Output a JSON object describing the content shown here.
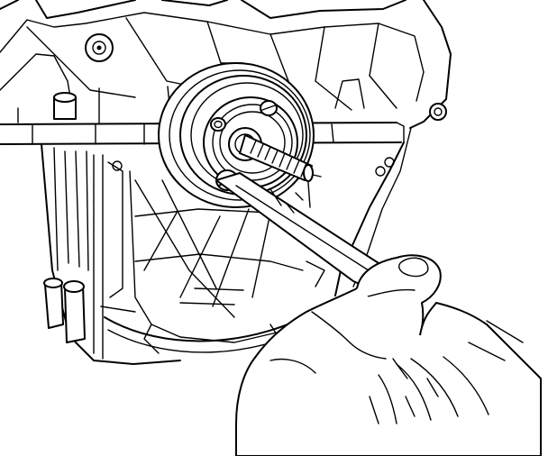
{
  "illustration": {
    "colors": {
      "line": "#000000",
      "background": "#ffffff"
    },
    "parts": [
      "transmission-case",
      "case-bore-seal",
      "seal-installer-tool",
      "threaded-rod",
      "retaining-screw",
      "wrench",
      "technician-hand"
    ]
  }
}
